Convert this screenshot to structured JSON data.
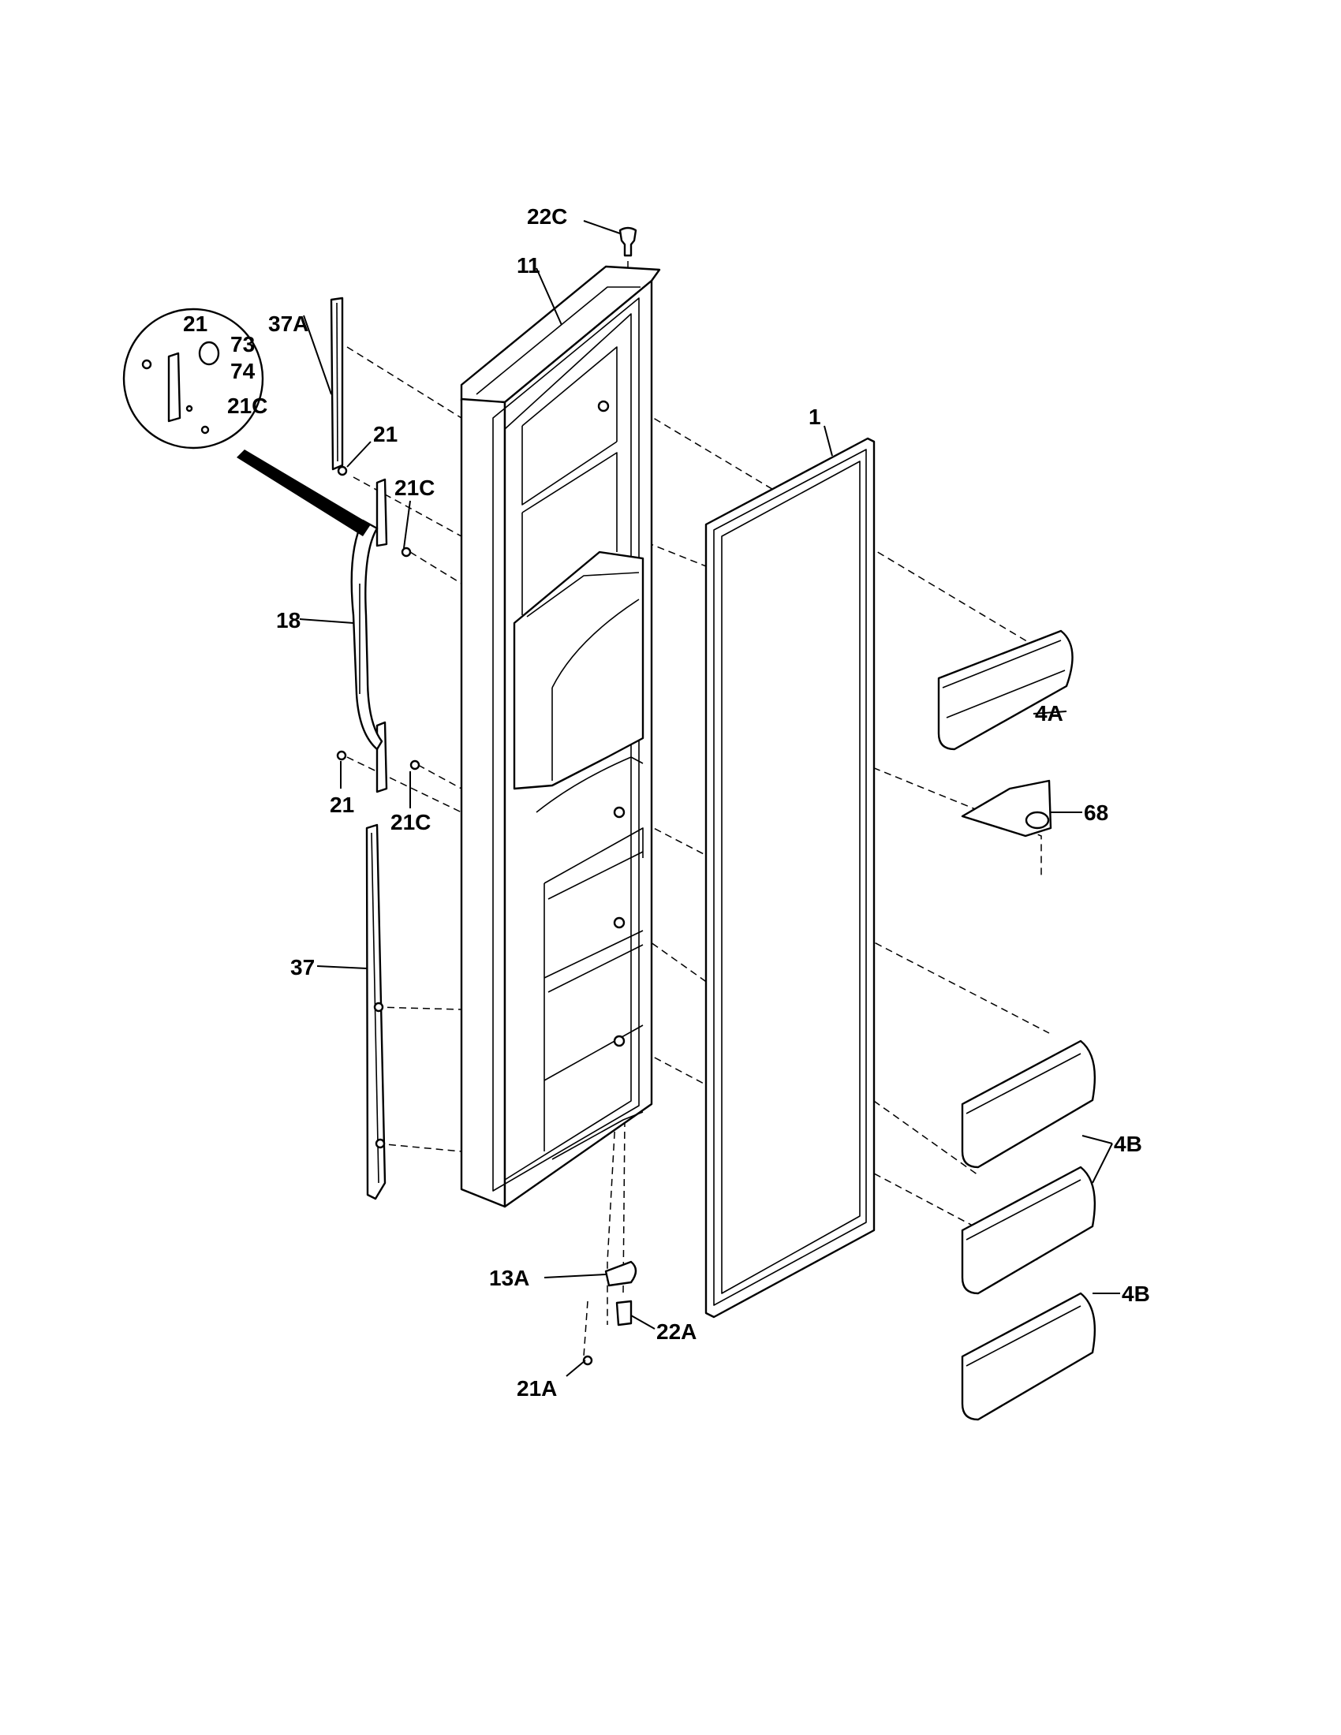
{
  "labels": {
    "l22C": "22C",
    "l11": "11",
    "l37A": "37A",
    "l21_inset": "21",
    "l73": "73",
    "l74": "74",
    "l21C_inset": "21C",
    "l21_top": "21",
    "l21C_top": "21C",
    "l1": "1",
    "l18": "18",
    "l4A": "4A",
    "l68": "68",
    "l21_bottom": "21",
    "l21C_bottom": "21C",
    "l37": "37",
    "l4B_upper": "4B",
    "l4B_lower": "4B",
    "l13A": "13A",
    "l22A": "22A",
    "l21A": "21A"
  }
}
